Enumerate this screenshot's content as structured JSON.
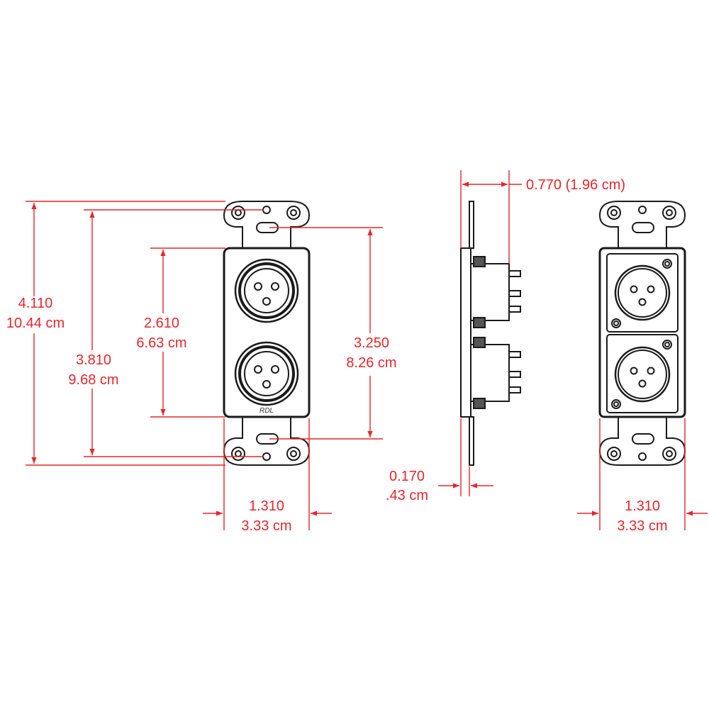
{
  "colors": {
    "dimension": "#e4262c",
    "outline": "#1a1a1a",
    "background": "#ffffff"
  },
  "dimensions": {
    "overall_height": {
      "inch": "4.110",
      "cm": "10.44 cm"
    },
    "mount_spacing": {
      "inch": "3.810",
      "cm": "9.68 cm"
    },
    "body_height": {
      "inch": "2.610",
      "cm": "6.63 cm"
    },
    "slot_spacing": {
      "inch": "3.250",
      "cm": "8.26 cm"
    },
    "front_width": {
      "inch": "1.310",
      "cm": "3.33 cm"
    },
    "depth": {
      "label": "0.770 (1.96 cm)"
    },
    "plate_thickness": {
      "inch": "0.170",
      "cm": ".43 cm"
    },
    "rear_width": {
      "inch": "1.310",
      "cm": "3.33 cm"
    }
  },
  "front_view": {
    "logo": "RDL"
  }
}
